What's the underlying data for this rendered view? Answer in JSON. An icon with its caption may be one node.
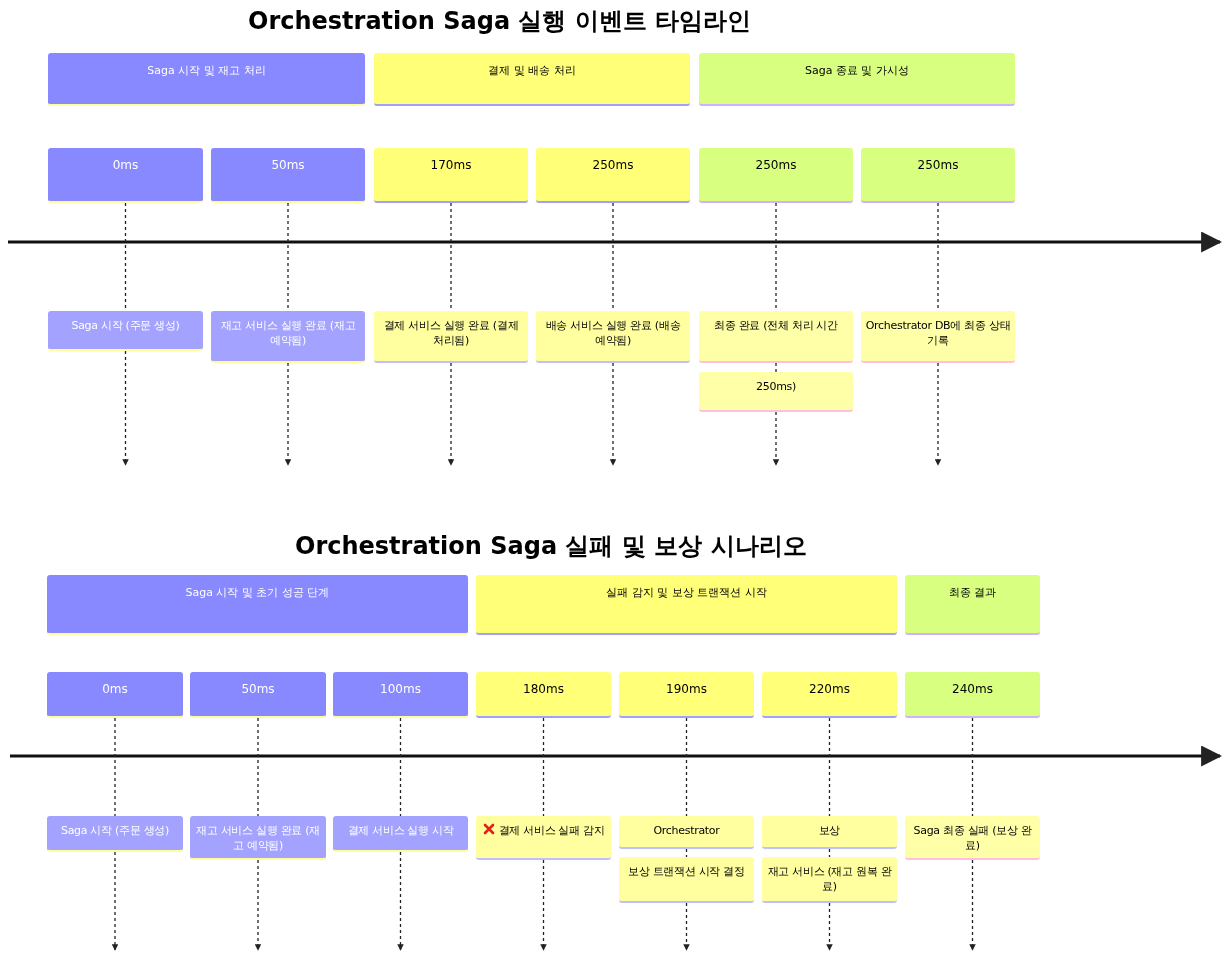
{
  "diagram": {
    "title": "Orchestration Saga 실행 이벤트 타임라인",
    "nodes": [
      {
        "text": [
          "Saga 시작 및 재고 처리"
        ]
      },
      {
        "text": [
          "결제 및 배송 처리"
        ]
      },
      {
        "text": [
          "Saga 종료 및 가시성"
        ]
      },
      {
        "text": [
          "0ms"
        ]
      },
      {
        "text": [
          "50ms"
        ]
      },
      {
        "text": [
          "170ms"
        ]
      },
      {
        "text": [
          "250ms"
        ]
      },
      {
        "text": [
          "250ms"
        ]
      },
      {
        "text": [
          "250ms"
        ]
      },
      {
        "text": [
          "Saga 시작 (주문 생성)"
        ]
      },
      {
        "text": [
          "재고 서비스 실행 완료 (재고 예약됨)"
        ]
      },
      {
        "text": [
          "결제 서비스 실행 완료 (결제 처리됨)"
        ]
      },
      {
        "text": [
          "배송 서비스 실행 완료 (배송 예약됨)"
        ]
      },
      {
        "text": [
          "최종 완료 (전체 처리 시간"
        ]
      },
      {
        "text": [
          "250ms)"
        ]
      },
      {
        "text": [
          "Orchestrator DB에 최종 상태 기록"
        ]
      },
      {
        "text": [
          "Saga 시작 및 초기 성공 단계"
        ]
      },
      {
        "text": [
          "실패 감지 및 보상 트랜잭션 시작"
        ]
      },
      {
        "text": [
          "최종 결과"
        ]
      },
      {
        "text": [
          "0ms"
        ]
      },
      {
        "text": [
          "50ms"
        ]
      },
      {
        "text": [
          "100ms"
        ]
      },
      {
        "text": [
          "180ms"
        ]
      },
      {
        "text": [
          "190ms"
        ]
      },
      {
        "text": [
          "220ms"
        ]
      },
      {
        "text": [
          "240ms"
        ]
      },
      {
        "text": [
          "Saga 시작 (주문 생성)"
        ]
      },
      {
        "text": [
          "재고 서비스 실행 완료 (재고 예약됨)"
        ]
      },
      {
        "text": [
          "결제 서비스 실행 시작"
        ]
      },
      {
        "text": [
          "결제 서비스 실패 감지"
        ]
      },
      {
        "text": [
          "Orchestrator"
        ]
      },
      {
        "text": [
          "보상 트랜잭션 시작 결정"
        ]
      },
      {
        "text": [
          "보상"
        ]
      },
      {
        "text": [
          "재고 서비스 (재고 원복 완료)"
        ]
      },
      {
        "text": [
          "Saga 최종 실패 (보상 완료)"
        ]
      }
    ],
    "edges": [
      {
        "from": 3,
        "to": 9,
        "arrow": "none",
        "style": "dashed"
      },
      {
        "from": 9,
        "to": null,
        "arrow": "to",
        "style": "dashed"
      },
      {
        "from": 4,
        "to": 10,
        "arrow": "none",
        "style": "dashed"
      },
      {
        "from": 10,
        "to": null,
        "arrow": "to",
        "style": "dashed"
      },
      {
        "from": 5,
        "to": 11,
        "arrow": "none",
        "style": "dashed"
      },
      {
        "from": 11,
        "to": null,
        "arrow": "to",
        "style": "dashed"
      },
      {
        "from": 6,
        "to": 12,
        "arrow": "none",
        "style": "dashed"
      },
      {
        "from": 12,
        "to": null,
        "arrow": "to",
        "style": "dashed"
      },
      {
        "from": 7,
        "to": 13,
        "arrow": "none",
        "style": "dashed"
      },
      {
        "from": 13,
        "to": 14,
        "arrow": "none",
        "style": "dashed"
      },
      {
        "from": 14,
        "to": null,
        "arrow": "to",
        "style": "dashed"
      },
      {
        "from": 8,
        "to": 15,
        "arrow": "none",
        "style": "dashed"
      },
      {
        "from": 15,
        "to": null,
        "arrow": "to",
        "style": "dashed"
      },
      {
        "from": 19,
        "to": 26,
        "arrow": "none",
        "style": "dashed"
      },
      {
        "from": 26,
        "to": null,
        "arrow": "to",
        "style": "dashed"
      },
      {
        "from": 20,
        "to": 27,
        "arrow": "none",
        "style": "dashed"
      },
      {
        "from": 27,
        "to": null,
        "arrow": "to",
        "style": "dashed"
      },
      {
        "from": 21,
        "to": 28,
        "arrow": "none",
        "style": "dashed"
      },
      {
        "from": 28,
        "to": null,
        "arrow": "to",
        "style": "dashed"
      },
      {
        "from": 22,
        "to": 29,
        "arrow": "none",
        "style": "dashed"
      },
      {
        "from": 29,
        "to": null,
        "arrow": "to",
        "style": "dashed"
      },
      {
        "from": 23,
        "to": 30,
        "arrow": "none",
        "style": "dashed"
      },
      {
        "from": 30,
        "to": 31,
        "arrow": "none",
        "style": "dashed"
      },
      {
        "from": 31,
        "to": null,
        "arrow": "to",
        "style": "dashed"
      },
      {
        "from": 24,
        "to": 32,
        "arrow": "none",
        "style": "dashed"
      },
      {
        "from": 32,
        "to": 33,
        "arrow": "none",
        "style": "dashed"
      },
      {
        "from": 33,
        "to": null,
        "arrow": "to",
        "style": "dashed"
      },
      {
        "from": 25,
        "to": 34,
        "arrow": "none",
        "style": "dashed"
      },
      {
        "from": 34,
        "to": null,
        "arrow": "to",
        "style": "dashed"
      }
    ],
    "labels": [
      "Orchestration Saga 실패 및 보상 시나리오"
    ]
  }
}
